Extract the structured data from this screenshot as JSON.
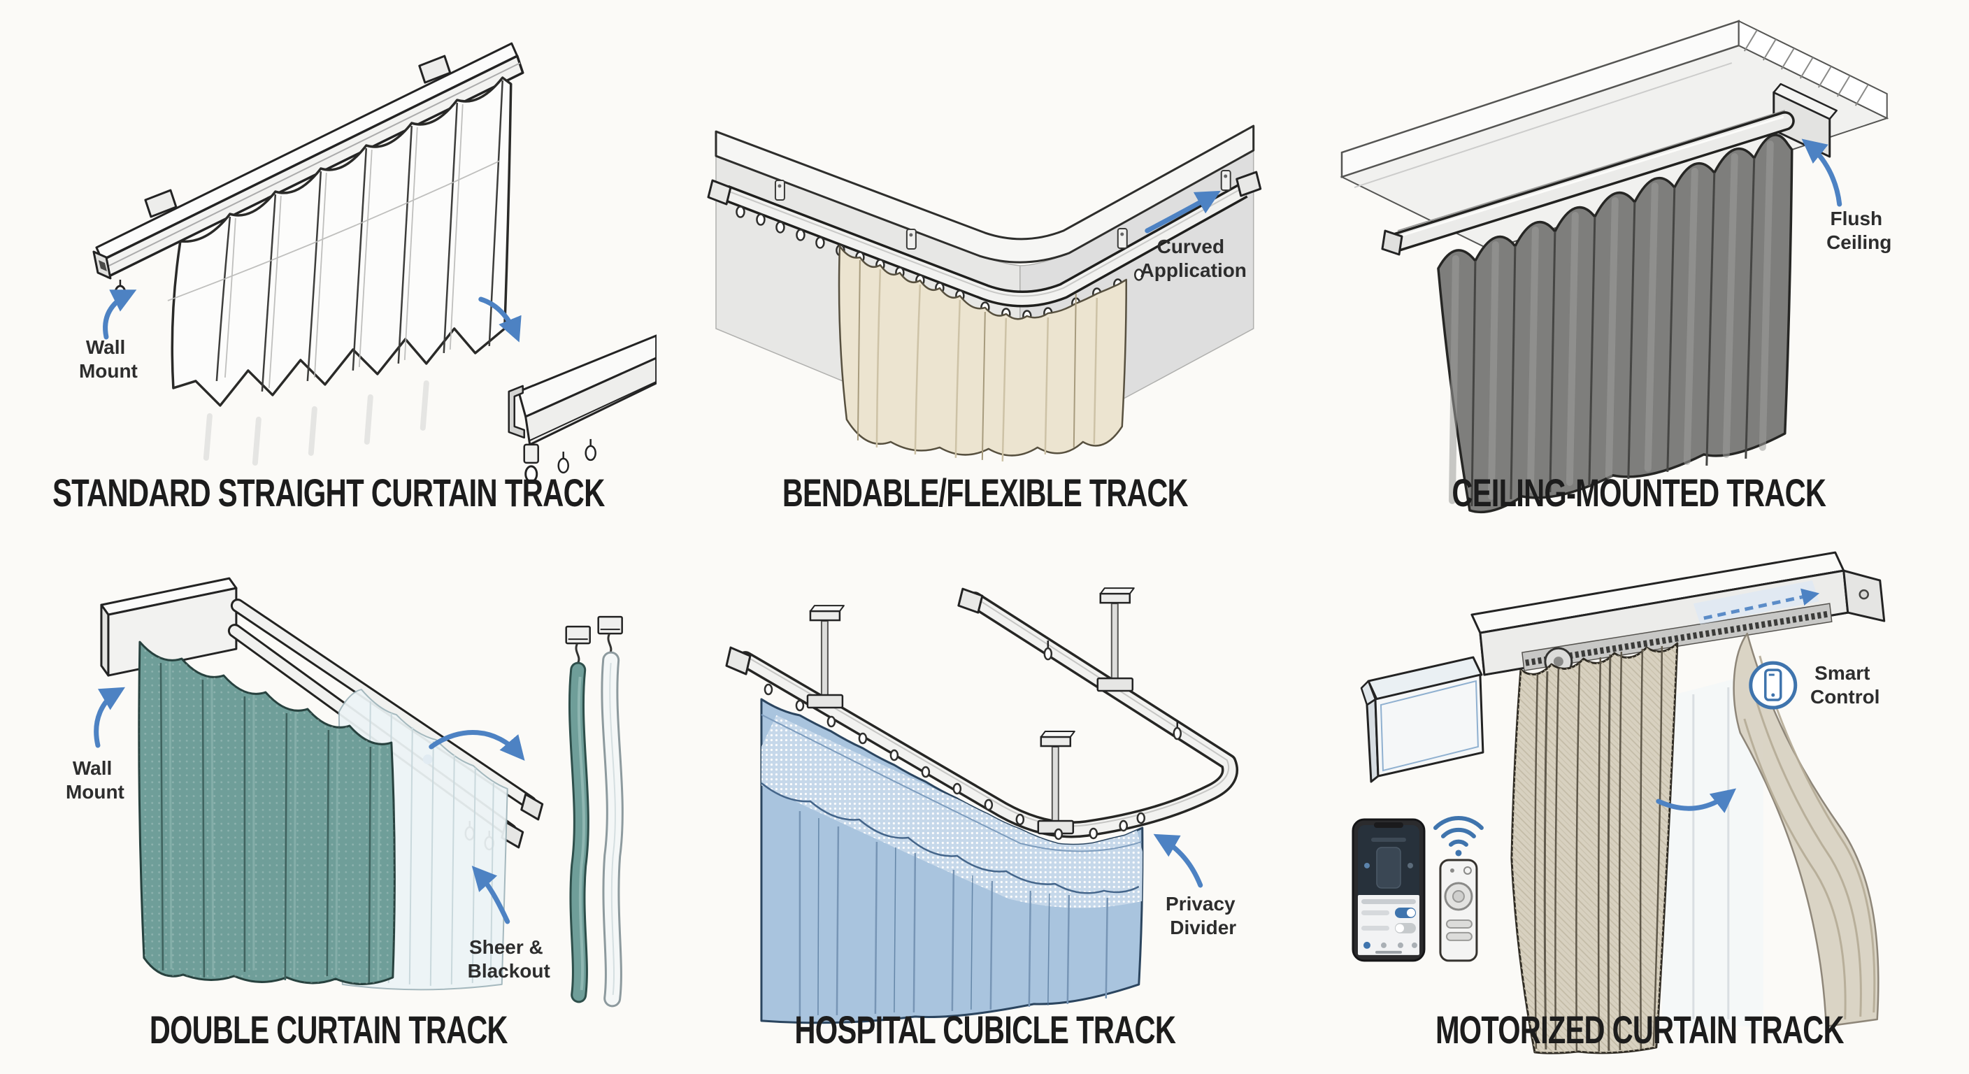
{
  "infographic": {
    "subject": "curtain track types",
    "columns": 3,
    "rows": 2
  },
  "colors": {
    "background": "#fbfaf7",
    "title_text": "#1c1c1c",
    "label_text": "#2d2d2d",
    "arrow_blue": "#4d82c3",
    "smart_badge_blue": "#3f74ad",
    "track_white": "#f2f2f0",
    "teal_curtain": "#6f9e99",
    "cream_curtain": "#ece4d0",
    "charcoal_curtain": "#7e7e7c",
    "hospital_blue_curtain": "#a9c4de",
    "taupe_curtain": "#d8d1c0"
  },
  "icons": {
    "pointer": "curved-arrow-icon",
    "smart_control_badge": "smartphone-icon",
    "connectivity": "wifi-icon",
    "app_device": "smartphone-app-icon",
    "remote": "remote-control-icon"
  },
  "panels": [
    {
      "title": "STANDARD STRAIGHT CURTAIN TRACK",
      "labels": {
        "wall_mount": [
          "Wall",
          "Mount"
        ]
      }
    },
    {
      "title": "BENDABLE/FLEXIBLE TRACK",
      "labels": {
        "curved_application": [
          "Curved",
          "Application"
        ]
      }
    },
    {
      "title": "CEILING-MOUNTED TRACK",
      "labels": {
        "flush_ceiling": [
          "Flush",
          "Ceiling"
        ]
      }
    },
    {
      "title": "DOUBLE CURTAIN TRACK",
      "labels": {
        "wall_mount": [
          "Wall",
          "Mount"
        ],
        "sheer_blackout": [
          "Sheer &",
          "Blackout"
        ]
      }
    },
    {
      "title": "HOSPITAL CUBICLE TRACK",
      "labels": {
        "privacy_divider": [
          "Privacy",
          "Divider"
        ]
      }
    },
    {
      "title": "MOTORIZED CURTAIN TRACK",
      "labels": {
        "smart_control": [
          "Smart",
          "Control"
        ]
      }
    }
  ]
}
